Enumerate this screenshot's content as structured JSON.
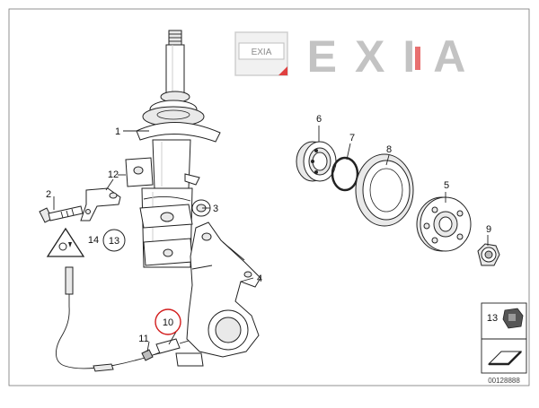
{
  "watermark": {
    "badge_text": "EXIA",
    "wordmark": "EXIA"
  },
  "callouts": {
    "c1": "1",
    "c2": "2",
    "c3": "3",
    "c4": "4",
    "c5": "5",
    "c6": "6",
    "c7": "7",
    "c8": "8",
    "c9": "9",
    "c10": "10",
    "c11": "11",
    "c12": "12",
    "c13": "13",
    "c14": "14",
    "c13_legend": "13"
  },
  "footer": {
    "diagram_number": "00128888"
  },
  "colors": {
    "highlight_circle": "#d21c1c",
    "watermark_grey": "#bfbfbf",
    "watermark_red": "#e04040"
  }
}
